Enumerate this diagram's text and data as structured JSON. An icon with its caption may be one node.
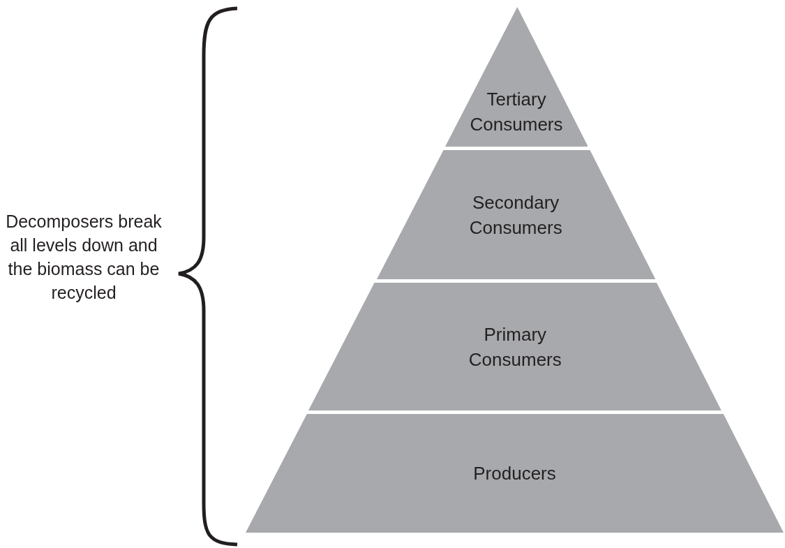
{
  "diagram": {
    "nodes": [
      {
        "text": [
          "Tertiary Consumers"
        ]
      },
      {
        "text": [
          "Secondary Consumers"
        ]
      },
      {
        "text": [
          "Primary Consumers"
        ]
      },
      {
        "text": [
          "Producers"
        ]
      }
    ],
    "labels": [
      "Decomposers break all levels down and the biomass can be recycled"
    ]
  }
}
